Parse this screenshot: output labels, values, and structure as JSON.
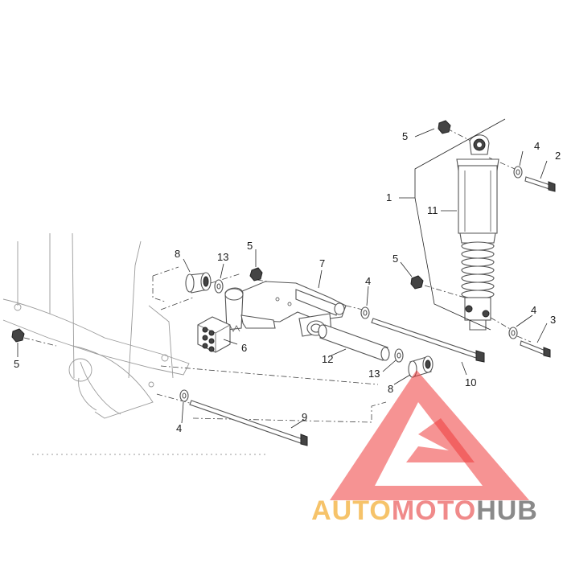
{
  "diagram": {
    "callouts": {
      "shock_absorber_assembly": "1",
      "upper_bolt": "2",
      "lower_bolt": "3",
      "washer": "4",
      "nut": "5",
      "silent_block": "6",
      "swing_arm": "7",
      "bushing": "8",
      "swing_arm_pivot_bolt": "9",
      "shock_lower_pivot_bolt": "10",
      "shock_absorber": "11",
      "spacer_tube": "12",
      "spacer_washer": "13"
    }
  },
  "watermark": {
    "part1": "AUTO",
    "part2": "MOTO",
    "part3": "HUB",
    "colors": {
      "auto": "#f6c36a",
      "moto": "#f08a8a",
      "hub": "#8a8a8a",
      "triangle": "#ee3b3b"
    }
  }
}
